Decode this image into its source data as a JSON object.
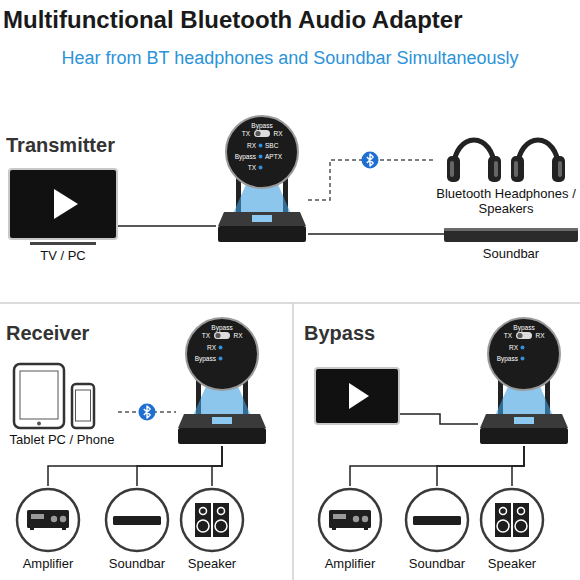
{
  "diagram": {
    "title": "Multifunctional Bluetooth Audio Adapter",
    "nodes": [
      {
        "text": [
          "TV / PC"
        ]
      },
      {
        "text": [
          "Bypass",
          "TX",
          "RX",
          "RX",
          "SBC",
          "Bypass",
          "APTX",
          "TX"
        ]
      },
      {
        "text": [
          "Bluetooth Headphones / Speakers"
        ]
      },
      {
        "text": [
          "Soundbar"
        ]
      },
      {
        "text": [
          "Tablet PC / Phone"
        ]
      },
      {
        "text": [
          "Bypass",
          "TX",
          "RX",
          "RX",
          "Bypass"
        ]
      },
      {
        "text": [
          "Bypass",
          "TX",
          "RX",
          "RX",
          "Bypass"
        ]
      },
      {
        "text": [
          "Amplifier"
        ]
      },
      {
        "text": [
          "Soundbar"
        ]
      },
      {
        "text": [
          "Speaker"
        ]
      },
      {
        "text": [
          "Amplifier"
        ]
      },
      {
        "text": [
          "Soundbar"
        ]
      },
      {
        "text": [
          "Speaker"
        ]
      }
    ],
    "edges": [
      {
        "from": 0,
        "to": 1,
        "arrow": "none"
      },
      {
        "from": 1,
        "to": 2,
        "arrow": "none"
      },
      {
        "from": 1,
        "to": 3,
        "arrow": "none"
      },
      {
        "from": 4,
        "to": 5,
        "arrow": "none"
      },
      {
        "from": 5,
        "to": 7,
        "arrow": "none"
      },
      {
        "from": 5,
        "to": 8,
        "arrow": "none"
      },
      {
        "from": 5,
        "to": 9,
        "arrow": "none"
      },
      {
        "from": 6,
        "to": 10,
        "arrow": "none"
      },
      {
        "from": 6,
        "to": 11,
        "arrow": "none"
      },
      {
        "from": 6,
        "to": 12,
        "arrow": "none"
      }
    ],
    "labels": [
      "Hear from BT headphones and Soundbar Simultaneously",
      "Transmitter",
      "Receiver",
      "Bypass"
    ]
  }
}
